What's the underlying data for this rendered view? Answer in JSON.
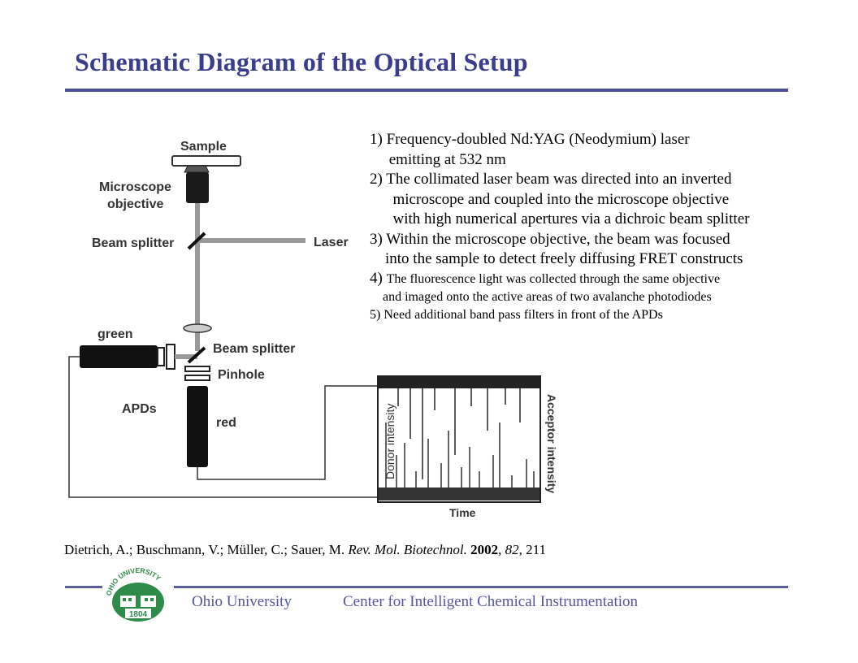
{
  "title": "Schematic Diagram of the Optical Setup",
  "diagram": {
    "sample": "Sample",
    "objective_line1": "Microscope",
    "objective_line2": "objective",
    "beam_splitter_top": "Beam splitter",
    "laser": "Laser",
    "green": "green",
    "beam_splitter_bottom": "Beam splitter",
    "pinhole": "Pinhole",
    "apds": "APDs",
    "red": "red",
    "donor_intensity": "Donor intensity",
    "acceptor_intensity": "Acceptor intensity",
    "time": "Time"
  },
  "notes": [
    "1)  Frequency-doubled Nd:YAG (Neodymium) laser",
    "     emitting at 532 nm",
    "2)  The collimated laser beam was directed into an inverted",
    "      microscope and coupled into the microscope objective",
    "      with high numerical apertures via a dichroic beam splitter",
    "3) Within the microscope objective, the beam was focused",
    "    into the sample to detect freely diffusing FRET constructs",
    "4) The fluorescence light was collected through the same objective",
    "    and imaged onto the active areas of two avalanche photodiodes",
    "5) Need additional band pass filters in front of the APDs"
  ],
  "citation": {
    "authors": "Dietrich, A.; Buschmann, V.; Müller, C.; Sauer, M. ",
    "journal": "Rev. Mol. Biotechnol.",
    "year": "2002",
    "volume": "82",
    "pages": ", 211"
  },
  "footer": {
    "university": "Ohio University",
    "center": "Center for Intelligent Chemical Instrumentation"
  },
  "logo": {
    "arc_text": "OHIO UNIVERSITY",
    "year": "1804"
  },
  "colors": {
    "title": "#3a3c8c",
    "rule": "#4b4e96",
    "footer_text": "#5555a0",
    "logo_green": "#2e8b4a"
  }
}
